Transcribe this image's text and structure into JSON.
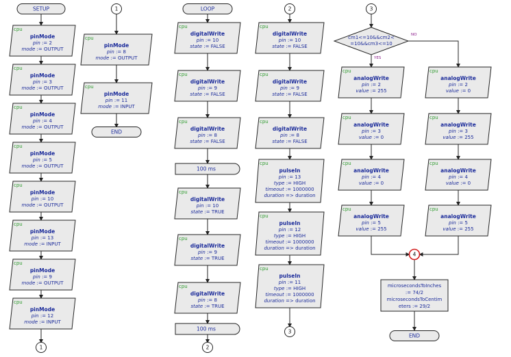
{
  "columns": {
    "setup": {
      "start": "SETUP",
      "blocks": [
        {
          "tag": "cpu",
          "fn": "pinMode",
          "args": [
            [
              "pin",
              " := 2"
            ],
            [
              "mode",
              " := OUTPUT"
            ]
          ]
        },
        {
          "tag": "cpu",
          "fn": "pinMode",
          "args": [
            [
              "pin",
              " := 3"
            ],
            [
              "mode",
              " := OUTPUT"
            ]
          ]
        },
        {
          "tag": "cpu",
          "fn": "pinMode",
          "args": [
            [
              "pin",
              " := 4"
            ],
            [
              "mode",
              " := OUTPUT"
            ]
          ]
        },
        {
          "tag": "cpu",
          "fn": "pinMode",
          "args": [
            [
              "pin",
              " := 5"
            ],
            [
              "mode",
              " := OUTPUT"
            ]
          ]
        },
        {
          "tag": "cpu",
          "fn": "pinMode",
          "args": [
            [
              "pin",
              " := 10"
            ],
            [
              "mode",
              " := OUTPUT"
            ]
          ]
        },
        {
          "tag": "cpu",
          "fn": "pinMode",
          "args": [
            [
              "pin",
              " := 13"
            ],
            [
              "mode",
              " := INPUT"
            ]
          ]
        },
        {
          "tag": "cpu",
          "fn": "pinMode",
          "args": [
            [
              "pin",
              " := 9"
            ],
            [
              "mode",
              " := OUTPUT"
            ]
          ]
        },
        {
          "tag": "cpu",
          "fn": "pinMode",
          "args": [
            [
              "pin",
              " := 12"
            ],
            [
              "mode",
              " := INPUT"
            ]
          ]
        }
      ],
      "end_connector": "1"
    },
    "setup2": {
      "start_connector": "1",
      "blocks": [
        {
          "tag": "cpu",
          "fn": "pinMode",
          "args": [
            [
              "pin",
              " := 8"
            ],
            [
              "mode",
              " := OUTPUT"
            ]
          ]
        },
        {
          "tag": "cpu",
          "fn": "pinMode",
          "args": [
            [
              "pin",
              " := 11"
            ],
            [
              "mode",
              " := INPUT"
            ]
          ]
        }
      ],
      "end": "END"
    },
    "loop": {
      "start": "LOOP",
      "items": [
        {
          "kind": "block",
          "tag": "cpu",
          "fn": "digitalWrite",
          "args": [
            [
              "pin",
              " := 10"
            ],
            [
              "state",
              " := FALSE"
            ]
          ]
        },
        {
          "kind": "block",
          "tag": "cpu",
          "fn": "digitalWrite",
          "args": [
            [
              "pin",
              " := 9"
            ],
            [
              "state",
              " := FALSE"
            ]
          ]
        },
        {
          "kind": "block",
          "tag": "cpu",
          "fn": "digitalWrite",
          "args": [
            [
              "pin",
              " := 8"
            ],
            [
              "state",
              " := FALSE"
            ]
          ]
        },
        {
          "kind": "delay",
          "text": "100 ms"
        },
        {
          "kind": "block",
          "tag": "cpu",
          "fn": "digitalWrite",
          "args": [
            [
              "pin",
              " := 10"
            ],
            [
              "state",
              " := TRUE"
            ]
          ]
        },
        {
          "kind": "block",
          "tag": "cpu",
          "fn": "digitalWrite",
          "args": [
            [
              "pin",
              " := 9"
            ],
            [
              "state",
              " := TRUE"
            ]
          ]
        },
        {
          "kind": "block",
          "tag": "cpu",
          "fn": "digitalWrite",
          "args": [
            [
              "pin",
              " := 8"
            ],
            [
              "state",
              " := TRUE"
            ]
          ]
        },
        {
          "kind": "delay",
          "text": "100 ms"
        }
      ],
      "end_connector": "2"
    },
    "loop2": {
      "start_connector": "2",
      "blocks": [
        {
          "tag": "cpu",
          "fn": "digitalWrite",
          "args": [
            [
              "pin",
              " := 10"
            ],
            [
              "state",
              " := FALSE"
            ]
          ]
        },
        {
          "tag": "cpu",
          "fn": "digitalWrite",
          "args": [
            [
              "pin",
              " := 9"
            ],
            [
              "state",
              " := FALSE"
            ]
          ]
        },
        {
          "tag": "cpu",
          "fn": "digitalWrite",
          "args": [
            [
              "pin",
              " := 8"
            ],
            [
              "state",
              " := FALSE"
            ]
          ]
        },
        {
          "tag": "cpu",
          "fn": "pulseIn",
          "args": [
            [
              "pin",
              " := 13"
            ],
            [
              "type",
              " := HIGH"
            ],
            [
              "timeout",
              " := 1000000"
            ],
            [
              "duration",
              " => duration"
            ]
          ]
        },
        {
          "tag": "cpu",
          "fn": "pulseIn",
          "args": [
            [
              "pin",
              " := 12"
            ],
            [
              "type",
              " := HIGH"
            ],
            [
              "timeout",
              " := 1000000"
            ],
            [
              "duration",
              " => duration"
            ]
          ]
        },
        {
          "tag": "cpu",
          "fn": "pulseIn",
          "args": [
            [
              "pin",
              " := 11"
            ],
            [
              "type",
              " := HIGH"
            ],
            [
              "timeout",
              " := 1000000"
            ],
            [
              "duration",
              " => duration"
            ]
          ]
        }
      ],
      "end_connector": "3"
    },
    "loop3": {
      "start_connector": "3",
      "decision": {
        "line1": "cm1<=10&&cm2<",
        "line2": "=10&&cm3<=10",
        "yes": "YES",
        "no": "NO"
      },
      "yes_blocks": [
        {
          "tag": "cpu",
          "fn": "analogWrite",
          "args": [
            [
              "pin",
              " := 2"
            ],
            [
              "value",
              " := 255"
            ]
          ]
        },
        {
          "tag": "cpu",
          "fn": "analogWrite",
          "args": [
            [
              "pin",
              " := 3"
            ],
            [
              "value",
              " := 0"
            ]
          ]
        },
        {
          "tag": "cpu",
          "fn": "analogWrite",
          "args": [
            [
              "pin",
              " := 4"
            ],
            [
              "value",
              " := 0"
            ]
          ]
        },
        {
          "tag": "cpu",
          "fn": "analogWrite",
          "args": [
            [
              "pin",
              " := 5"
            ],
            [
              "value",
              " := 255"
            ]
          ]
        }
      ],
      "no_blocks": [
        {
          "tag": "cpu",
          "fn": "analogWrite",
          "args": [
            [
              "pin",
              " := 2"
            ],
            [
              "value",
              " := 0"
            ]
          ]
        },
        {
          "tag": "cpu",
          "fn": "analogWrite",
          "args": [
            [
              "pin",
              " := 3"
            ],
            [
              "value",
              " := 255"
            ]
          ]
        },
        {
          "tag": "cpu",
          "fn": "analogWrite",
          "args": [
            [
              "pin",
              " := 4"
            ],
            [
              "value",
              " := 0"
            ]
          ]
        },
        {
          "tag": "cpu",
          "fn": "analogWrite",
          "args": [
            [
              "pin",
              " := 5"
            ],
            [
              "value",
              " := 255"
            ]
          ]
        }
      ],
      "merge_connector": "4",
      "calc_lines": [
        "microsecondsToInches",
        " := 74/2",
        "microsecondsToCentim",
        "eters := 29/2"
      ],
      "end": "END"
    }
  }
}
